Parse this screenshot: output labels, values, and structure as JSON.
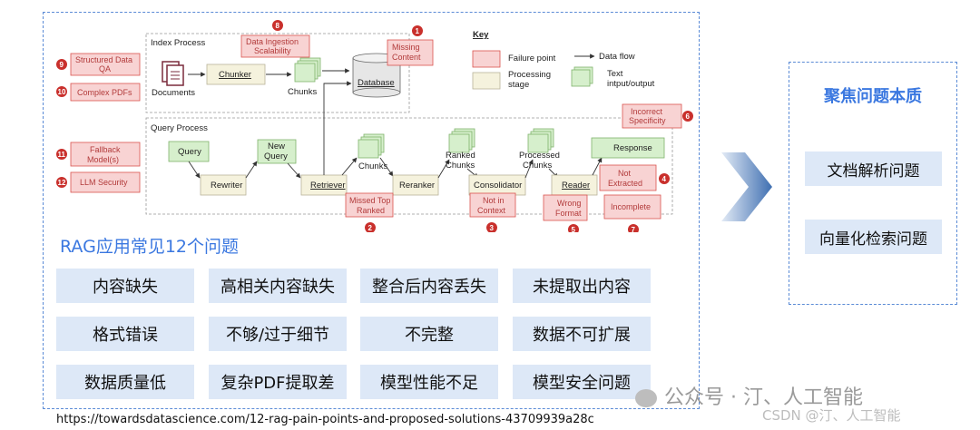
{
  "diagram": {
    "index_process_label": "Index Process",
    "query_process_label": "Query Process",
    "documents_label": "Documents",
    "chunker_label": "Chunker",
    "chunks_label": "Chunks",
    "database_label": "Database",
    "query_label": "Query",
    "rewriter_label": "Rewriter",
    "new_query_label": "New Query",
    "retriever_label": "Retriever",
    "chunks2_label": "Chunks",
    "reranker_label": "Reranker",
    "ranked_chunks_label": "Ranked Chunks",
    "consolidator_label": "Consolidator",
    "processed_chunks_label": "Processed Chunks",
    "reader_label": "Reader",
    "response_label": "Response",
    "key": {
      "title": "Key",
      "failure_point": "Failure point",
      "processing_stage": "Processing stage",
      "data_flow": "Data flow",
      "text_io": "Text intput/output"
    },
    "failures": [
      {
        "num": "1",
        "label": "Missing Content"
      },
      {
        "num": "2",
        "label": "Missed Top Ranked"
      },
      {
        "num": "3",
        "label": "Not in Context"
      },
      {
        "num": "4",
        "label": "Not Extracted"
      },
      {
        "num": "5",
        "label": "Wrong Format"
      },
      {
        "num": "6",
        "label": "Incorrect Specificity"
      },
      {
        "num": "7",
        "label": "Incomplete"
      },
      {
        "num": "8",
        "label": "Data Ingestion Scalability"
      },
      {
        "num": "9",
        "label": "Structured Data QA"
      },
      {
        "num": "10",
        "label": "Complex PDFs"
      },
      {
        "num": "11",
        "label": "Fallback Model(s)"
      },
      {
        "num": "12",
        "label": "LLM Security"
      }
    ]
  },
  "rag_title": "RAG应用常见12个问题",
  "problems": [
    "内容缺失",
    "高相关内容缺失",
    "整合后内容丢失",
    "未提取出内容",
    "格式错误",
    "不够/过于细节",
    "不完整",
    "数据不可扩展",
    "数据质量低",
    "复杂PDF提取差",
    "模型性能不足",
    "模型安全问题"
  ],
  "focus": {
    "title": "聚焦问题本质",
    "items": [
      "文档解析问题",
      "向量化检索问题"
    ]
  },
  "colors": {
    "accent": "#3b78e0",
    "cell_bg": "#dde8f7",
    "failure": "#f8d3d3",
    "failure_border": "#d9534f",
    "badge": "#c9302c",
    "stage": "#f5f2dd",
    "text_io": "#d6efcc"
  },
  "source_url": "https://towardsdatascience.com/12-rag-pain-points-and-proposed-solutions-43709939a28c",
  "watermark": "公众号 · 汀、人工智能",
  "watermark_csdn": "CSDN @汀、人工智能"
}
